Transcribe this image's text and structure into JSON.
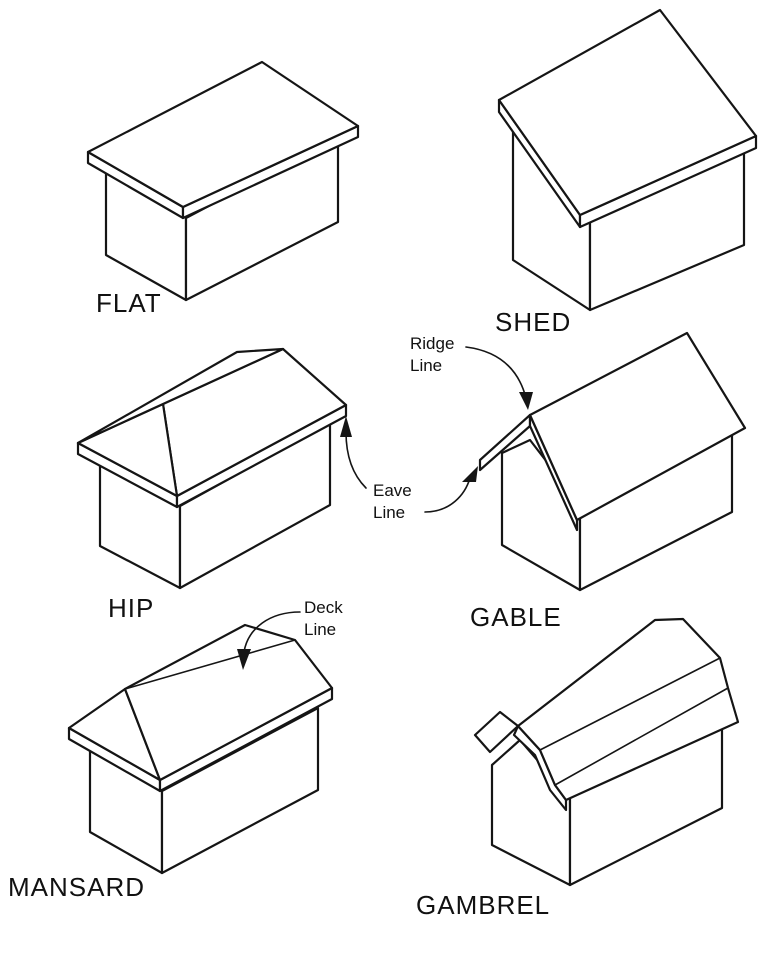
{
  "roof_types": {
    "flat": "FLAT",
    "shed": "SHED",
    "hip": "HIP",
    "gable": "GABLE",
    "mansard": "MANSARD",
    "gambrel": "GAMBREL"
  },
  "callouts": {
    "ridge_line": [
      "Ridge",
      "Line"
    ],
    "eave_line": [
      "Eave",
      "Line"
    ],
    "deck_line": [
      "Deck",
      "Line"
    ]
  }
}
